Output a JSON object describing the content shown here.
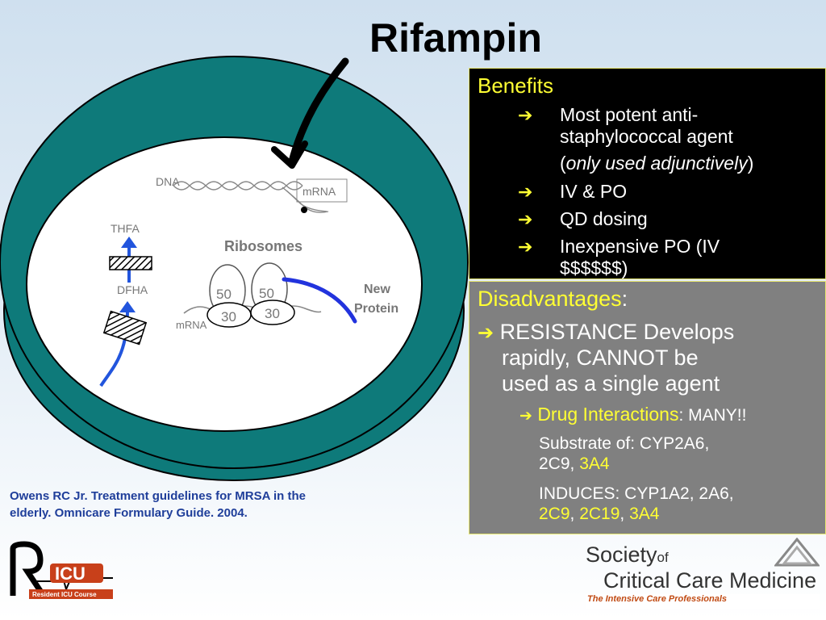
{
  "title": "Rifampin",
  "diagram": {
    "dna": "DNA",
    "mrna_top": "mRNA",
    "thfa": "THFA",
    "dfha": "DFHA",
    "ribosomes": "Ribosomes",
    "sub50a": "50",
    "sub50b": "50",
    "sub30a": "30",
    "sub30b": "30",
    "mrna_bottom": "mRNA",
    "new_protein_1": "New",
    "new_protein_2": "Protein"
  },
  "benefits": {
    "heading": "Benefits",
    "item1_line1": "Most potent anti-",
    "item1_line2": "staphylococcal agent",
    "item1_note_open": "(",
    "item1_note": "only used adjunctively",
    "item1_note_close": ")",
    "item2": "IV & PO",
    "item3": "QD dosing",
    "item4_line1": "Inexpensive PO (IV",
    "item4_line2": "$$$$$$)"
  },
  "disadvantages": {
    "heading": "Disadvantages",
    "heading_colon": ":",
    "main_line1": "RESISTANCE Develops",
    "main_line2": "rapidly, CANNOT be",
    "main_line3": "used as a single agent",
    "drug_label": "Drug Interactions",
    "drug_value": ": MANY!!",
    "substrate_line1": "Substrate of: CYP2A6,",
    "substrate_line2a": "2C9, ",
    "substrate_line2b": "3A4",
    "induces_line1": "INDUCES: CYP1A2, 2A6,",
    "induces_2c9": "2C9",
    "induces_sep1": ", ",
    "induces_2c19": "2C19",
    "induces_sep2": ", ",
    "induces_3a4": "3A4"
  },
  "citation": {
    "line1": "Owens RC Jr. Treatment guidelines for MRSA in the",
    "line2": "elderly. Omnicare Formulary Guide. 2004."
  },
  "logo_left": {
    "small_text": "Resident ICU Course"
  },
  "logo_right": {
    "society": "Society",
    "of": "of",
    "ccm": "Critical Care Medicine",
    "tagline": "The Intensive Care Professionals"
  },
  "colors": {
    "teal": "#0e7a7a",
    "arrow_blue": "#2255dd",
    "accent_yellow": "#ffff33"
  }
}
